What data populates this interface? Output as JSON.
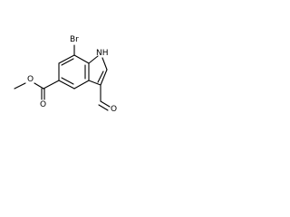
{
  "molecule": {
    "atoms": {
      "bromine": "Br",
      "indole_nh": "NH",
      "ester_carbonyl_oxygen": "O",
      "ester_ether_oxygen": "O",
      "aldehyde_oxygen": "O"
    },
    "colors": {
      "bond": "#000000",
      "label": "#000000",
      "background": "#ffffff"
    }
  }
}
